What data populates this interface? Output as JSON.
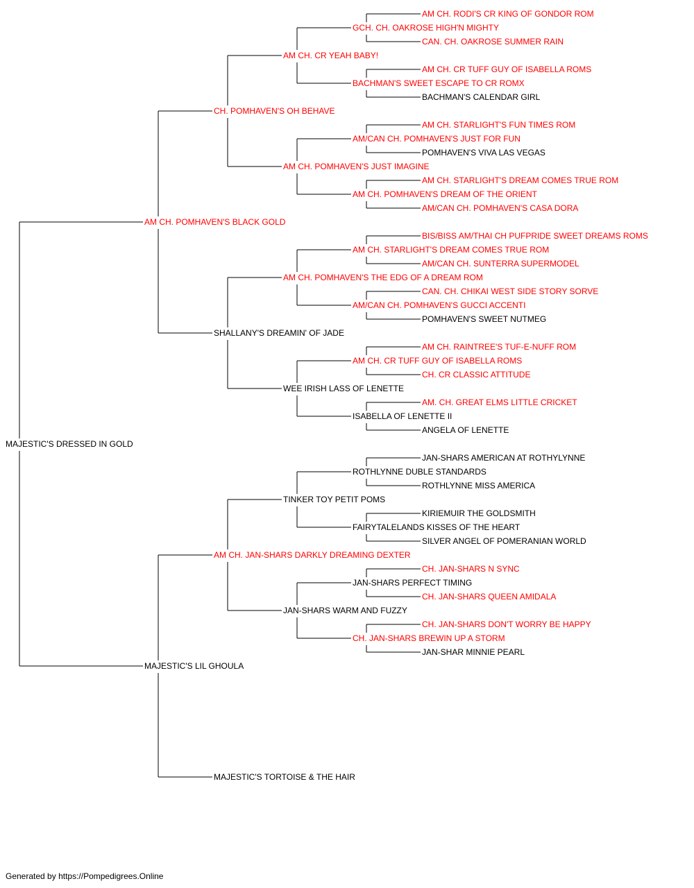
{
  "colors": {
    "champion": "#ff0000",
    "normal": "#000000",
    "line": "#000000"
  },
  "root": {
    "name": "MAJESTIC'S DRESSED IN GOLD",
    "champion": false,
    "sire": {
      "name": "AM CH. POMHAVEN'S BLACK GOLD",
      "champion": true,
      "sire": {
        "name": "CH. POMHAVEN'S OH BEHAVE",
        "champion": true,
        "sire": {
          "name": "AM CH. CR YEAH BABY!",
          "champion": true,
          "sire": {
            "name": "GCH. CH. OAKROSE HIGH'N MIGHTY",
            "champion": true,
            "sire": {
              "name": "AM CH. RODI'S CR KING OF GONDOR ROM",
              "champion": true
            },
            "dam": {
              "name": "CAN. CH. OAKROSE SUMMER RAIN",
              "champion": true
            }
          },
          "dam": {
            "name": "BACHMAN'S SWEET ESCAPE TO CR ROMX",
            "champion": true,
            "sire": {
              "name": "AM CH. CR TUFF GUY OF ISABELLA ROMS",
              "champion": true
            },
            "dam": {
              "name": "BACHMAN'S CALENDAR GIRL",
              "champion": false
            }
          }
        },
        "dam": {
          "name": "AM CH. POMHAVEN'S JUST IMAGINE",
          "champion": true,
          "sire": {
            "name": "AM/CAN CH. POMHAVEN'S JUST FOR FUN",
            "champion": true,
            "sire": {
              "name": "AM CH. STARLIGHT'S FUN TIMES ROM",
              "champion": true
            },
            "dam": {
              "name": "POMHAVEN'S VIVA LAS VEGAS",
              "champion": false
            }
          },
          "dam": {
            "name": "AM CH. POMHAVEN'S DREAM OF THE ORIENT",
            "champion": true,
            "sire": {
              "name": "AM CH. STARLIGHT'S DREAM COMES TRUE ROM",
              "champion": true
            },
            "dam": {
              "name": "AM/CAN CH. POMHAVEN'S CASA DORA",
              "champion": true
            }
          }
        }
      },
      "dam": {
        "name": "SHALLANY'S DREAMIN' OF JADE",
        "champion": false,
        "sire": {
          "name": "AM CH. POMHAVEN'S THE EDG OF A DREAM ROM",
          "champion": true,
          "sire": {
            "name": "AM CH. STARLIGHT'S DREAM COMES TRUE ROM",
            "champion": true,
            "sire": {
              "name": "BIS/BISS AM/THAI CH PUFPRIDE SWEET DREAMS ROMS",
              "champion": true
            },
            "dam": {
              "name": "AM/CAN CH. SUNTERRA SUPERMODEL",
              "champion": true
            }
          },
          "dam": {
            "name": "AM/CAN CH. POMHAVEN'S GUCCI ACCENTI",
            "champion": true,
            "sire": {
              "name": "CAN. CH. CHIKAI WEST SIDE STORY SORVE",
              "champion": true
            },
            "dam": {
              "name": "POMHAVEN'S SWEET NUTMEG",
              "champion": false
            }
          }
        },
        "dam": {
          "name": "WEE IRISH LASS OF LENETTE",
          "champion": false,
          "sire": {
            "name": "AM CH. CR TUFF GUY OF ISABELLA ROMS",
            "champion": true,
            "sire": {
              "name": "AM CH. RAINTREE'S TUF-E-NUFF ROM",
              "champion": true
            },
            "dam": {
              "name": "CH. CR CLASSIC ATTITUDE",
              "champion": true
            }
          },
          "dam": {
            "name": "ISABELLA OF LENETTE II",
            "champion": false,
            "sire": {
              "name": "AM. CH. GREAT ELMS LITTLE CRICKET",
              "champion": true
            },
            "dam": {
              "name": "ANGELA OF LENETTE",
              "champion": false
            }
          }
        }
      }
    },
    "dam": {
      "name": "MAJESTIC'S LIL GHOULA",
      "champion": false,
      "sire": {
        "name": "AM CH. JAN-SHARS DARKLY DREAMING DEXTER",
        "champion": true,
        "sire": {
          "name": "TINKER TOY PETIT POMS",
          "champion": false,
          "sire": {
            "name": "ROTHLYNNE DUBLE STANDARDS",
            "champion": false,
            "sire": {
              "name": "JAN-SHARS AMERICAN AT ROTHYLYNNE",
              "champion": false
            },
            "dam": {
              "name": "ROTHLYNNE MISS AMERICA",
              "champion": false
            }
          },
          "dam": {
            "name": "FAIRYTALELANDS KISSES OF THE HEART",
            "champion": false,
            "sire": {
              "name": "KIRIEMUIR THE GOLDSMITH",
              "champion": false
            },
            "dam": {
              "name": "SILVER ANGEL OF POMERANIAN WORLD",
              "champion": false
            }
          }
        },
        "dam": {
          "name": "JAN-SHARS WARM AND FUZZY",
          "champion": false,
          "sire": {
            "name": "JAN-SHARS PERFECT TIMING",
            "champion": false,
            "sire": {
              "name": "CH. JAN-SHARS N SYNC",
              "champion": true
            },
            "dam": {
              "name": "CH. JAN-SHARS QUEEN AMIDALA",
              "champion": true
            }
          },
          "dam": {
            "name": "CH. JAN-SHARS BREWIN UP A STORM",
            "champion": true,
            "sire": {
              "name": "CH. JAN-SHARS DON'T WORRY BE HAPPY",
              "champion": true
            },
            "dam": {
              "name": "JAN-SHAR MINNIE PEARL",
              "champion": false
            }
          }
        }
      },
      "dam": {
        "name": "MAJESTIC'S TORTOISE & THE HAIR",
        "champion": false
      }
    }
  },
  "footer": {
    "prefix": "Generated by ",
    "link_text": "https://Pompedigrees.Online"
  }
}
